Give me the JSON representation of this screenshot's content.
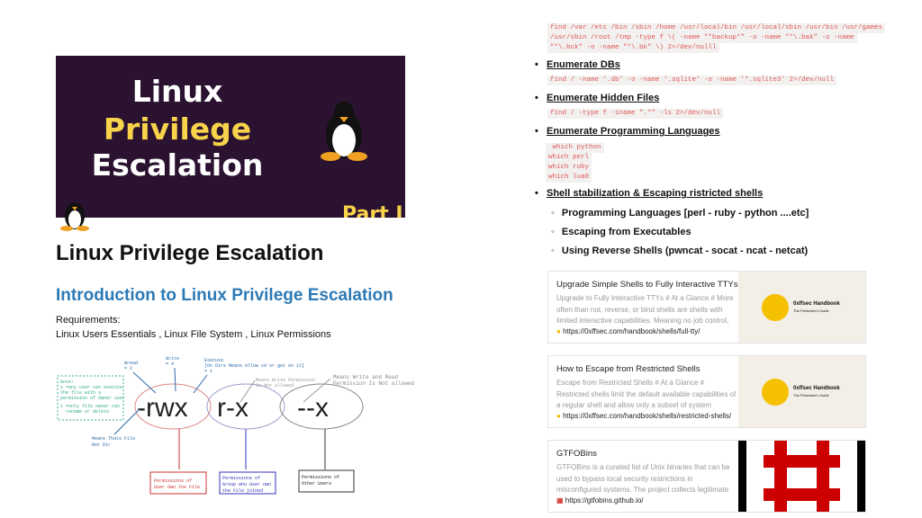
{
  "banner": {
    "line1": "Linux",
    "line2": "Privilege",
    "line3": "Escalation",
    "part": "Part I",
    "colors": {
      "bg": "#2a1230",
      "accent": "#f9d34a"
    }
  },
  "title": "Linux Privilege Escalation",
  "intro_heading": "Introduction to Linux Privilege Escalation",
  "requirements": {
    "label": "Requirements:",
    "items": "Linux Users Essentials  , Linux File System , Linux Permissions"
  },
  "diagram": {
    "perm_owner": "-rwx",
    "perm_group": "r-x",
    "perm_other": "--x",
    "read": "Wread",
    "read_val": "= 2",
    "write": "Write",
    "write_val": "= 4",
    "execute": "Execute",
    "execute_note": "[On Dirs Means Allow cd or get on it]",
    "execute_val": "= 1",
    "note_title": "Note:",
    "note_s1": "s =any user can execute",
    "note_s2": "the file with a",
    "note_s3": "permission of Owner user",
    "note_t1": "t =only file owner can",
    "note_t2": "rename or delete",
    "file_note1": "Means Thats File",
    "file_note2": "Not Dir",
    "write_not1": "Means Write Permission",
    "write_not2": "Is Not allowed",
    "wr_not1": "Means Write and Read",
    "wr_not2": "Permission Is Not allowed",
    "owner_box1": "Permissions of",
    "owner_box2": "User Own the File",
    "group_box1": "Permissions of",
    "group_box2": "Group who User own",
    "group_box3": "the File joined",
    "other_box1": "Permissions of",
    "other_box2": "Other Users"
  },
  "right": {
    "code_backup": [
      "find /var /etc /bin /sbin /home /usr/local/bin /usr/local/sbin /usr/bin /usr/games",
      "/usr/sbin /root /tmp -type f \\( -name \"*backup*\" -o -name \"*\\.bak\" -o -name",
      "\"*\\.bck\" -o -name \"*\\.bk\" \\) 2>/dev/nulll"
    ],
    "dbs": "Enumerate DBs",
    "code_dbs": "find / -name '.db' -o -name '.sqlite' -o -name '*.sqlite3' 2>/dev/null",
    "hidden": "Enumerate Hidden Files",
    "code_hidden": "find / -type f -iname \".*\" -ls 2>/dev/null",
    "langs": "Enumerate Programming Languages",
    "code_langs": [
      " which python",
      "which perl",
      "which ruby",
      "which lua0"
    ],
    "shell": "Shell stabilization & Escaping ristricted shells",
    "sub": [
      "Programming Languages [perl - ruby - python ....etc]",
      "Escaping from Executables",
      "Using Reverse Shells (pwncat - socat - ncat - netcat)"
    ],
    "cards": [
      {
        "title": "Upgrade Simple Shells to Fully Interactive TTYs",
        "desc": "Upgrade to Fully Interactive TTYs # At a Glance # More often than not, reverse, or bind shells are shells with limited interactive capabilities. Meaning no job control, no",
        "url": "https://0xffsec.com/handbook/shells/full-tty/",
        "brand": "0xffsec Handbook",
        "tagline": "The Pentester's Guide"
      },
      {
        "title": "How to Escape from Restricted Shells",
        "desc": "Escape from Restricted Shells # At a Glance # Restricted shells limit the default available capabilities of a regular shell and allow only a subset of system commands.",
        "url": "https://0xffsec.com/handbook/shells/restricted-shells/",
        "brand": "0xffsec Handbook",
        "tagline": "The Pentester's Guide"
      },
      {
        "title": "GTFOBins",
        "desc": "GTFOBins is a curated list of Unix binaries that can be used to bypass local security restrictions in misconfigured systems. The project collects legitimate",
        "url": "https://gtfobins.github.io/"
      }
    ]
  }
}
